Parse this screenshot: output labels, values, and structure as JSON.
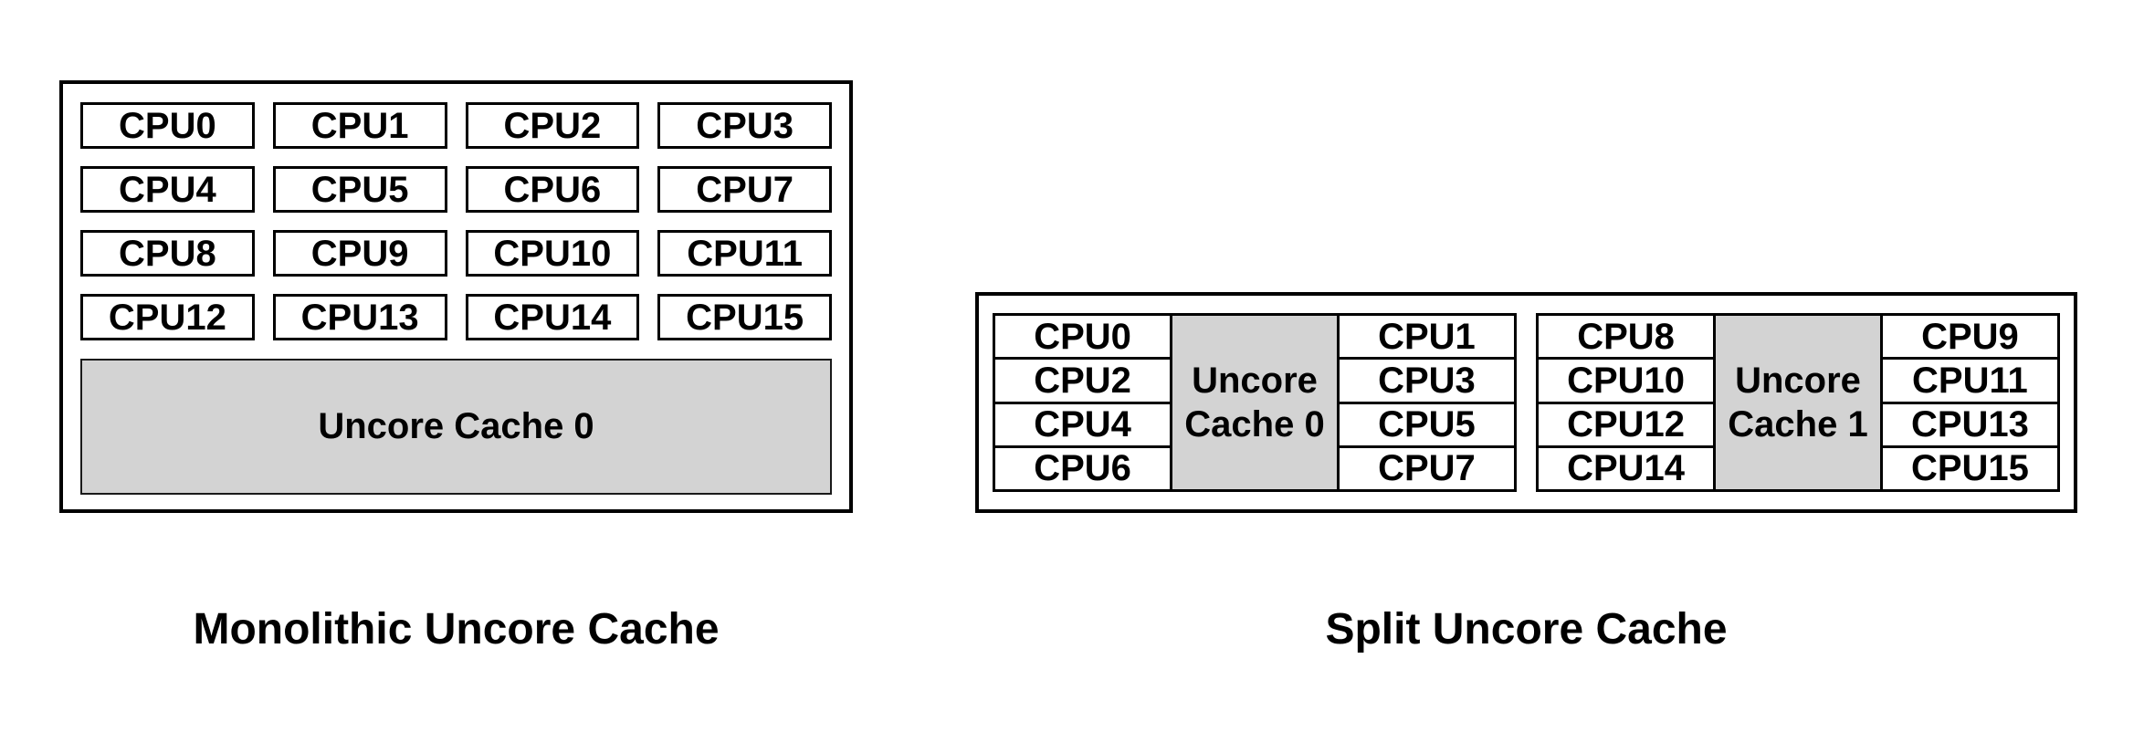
{
  "colors": {
    "cache-fill": "#d3d3d3",
    "border": "#000000",
    "text": "#000000",
    "background": "#ffffff"
  },
  "monolithic": {
    "title": "Monolithic Uncore Cache",
    "cpus": [
      "CPU0",
      "CPU1",
      "CPU2",
      "CPU3",
      "CPU4",
      "CPU5",
      "CPU6",
      "CPU7",
      "CPU8",
      "CPU9",
      "CPU10",
      "CPU11",
      "CPU12",
      "CPU13",
      "CPU14",
      "CPU15"
    ],
    "cache_label": "Uncore Cache 0"
  },
  "split": {
    "title": "Split Uncore Cache",
    "clusters": [
      {
        "cache_label": "Uncore Cache 0",
        "left_cpus": [
          "CPU0",
          "CPU2",
          "CPU4",
          "CPU6"
        ],
        "right_cpus": [
          "CPU1",
          "CPU3",
          "CPU5",
          "CPU7"
        ]
      },
      {
        "cache_label": "Uncore Cache 1",
        "left_cpus": [
          "CPU8",
          "CPU10",
          "CPU12",
          "CPU14"
        ],
        "right_cpus": [
          "CPU9",
          "CPU11",
          "CPU13",
          "CPU15"
        ]
      }
    ]
  }
}
